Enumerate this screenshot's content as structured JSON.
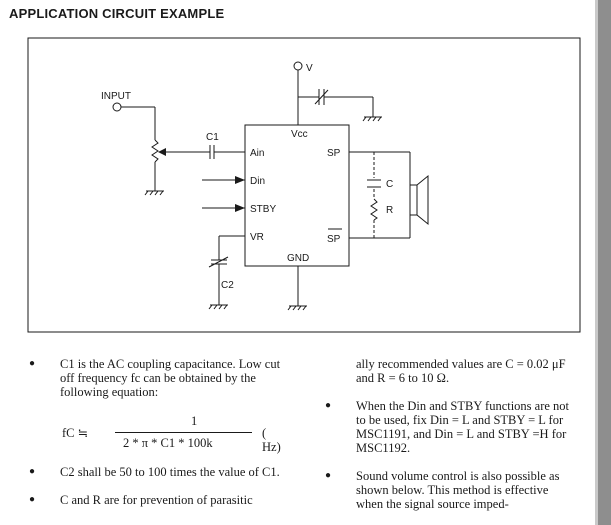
{
  "page": {
    "heading": "APPLICATION CIRCUIT EXAMPLE"
  },
  "circuit": {
    "input_label": "INPUT",
    "supply_label": "V",
    "c1_label": "C1",
    "c2_label": "C2",
    "c_label": "C",
    "r_label": "R",
    "chip": {
      "vcc": "Vcc",
      "ain": "Ain",
      "din": "Din",
      "stby": "STBY",
      "vr": "VR",
      "sp": "SP",
      "sp_bar": "SP",
      "gnd": "GND"
    }
  },
  "notes": {
    "left": {
      "item1": "C1 is the AC coupling capacitance. Low cut off frequency fc can be obtained by the following equation:",
      "equation": {
        "lhs": "fC ≒",
        "numerator": "1",
        "denominator": "2 * π * C1 * 100k",
        "unit": "( Hz)"
      },
      "item2": "C2 shall be 50 to 100 times the value of C1.",
      "item3": "C and R are for prevention of parasitic"
    },
    "right": {
      "continuation": "ally recommended values are C = 0.02 μF and R = 6 to 10 Ω.",
      "item1": "When the Din and STBY functions are not to be used, fix Din = L and STBY = L for MSC1191, and Din = L and STBY =H for MSC1192.",
      "item2": "Sound volume control is also possible as shown below. This method is effective when the signal source imped-"
    }
  }
}
